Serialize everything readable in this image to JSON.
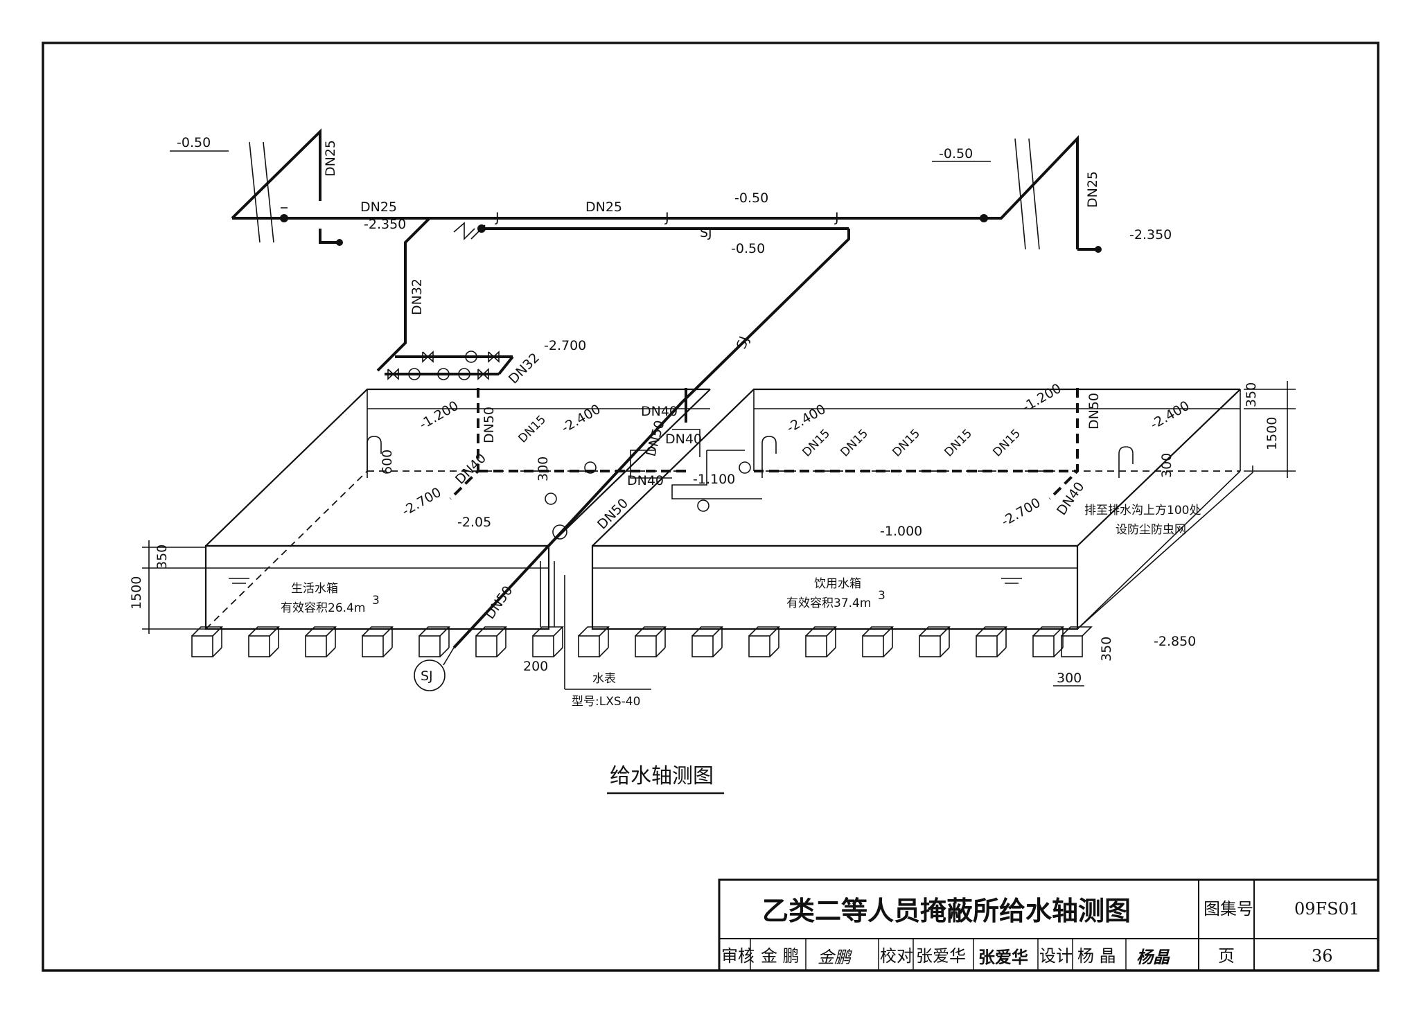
{
  "drawing": {
    "caption": "给水轴测图",
    "labels": {
      "dn25_left_vert": "DN25",
      "dn25_left_horiz": "DN25",
      "dn25_center": "DN25",
      "dn25_right_vert": "DN25",
      "dn32_vert": "DN32",
      "dn32_diag": "DN32",
      "sj_main": "SJ",
      "sj_upper": "SJ",
      "sj_circle": "SJ",
      "j1": "J",
      "j2": "J",
      "j3": "J",
      "dn50_a": "DN50",
      "dn50_b": "DN50",
      "dn50_c": "DN50",
      "dn50_d": "DN50",
      "dn50_e": "DN50",
      "dn40_a": "DN40",
      "dn40_b": "DN40",
      "dn40_c": "DN40",
      "dn40_d": "DN40",
      "dn40_e": "DN40",
      "dn15_l1": "DN15",
      "dn15_r1": "DN15",
      "dn15_r2": "DN15",
      "dn15_r3": "DN15",
      "dn15_r4": "DN15",
      "dn15_r5": "DN15"
    },
    "elevations": {
      "e_left_top": "-0.50",
      "e_left_2350": "-2.350",
      "e_center_050a": "-0.50",
      "e_center_050b": "-0.50",
      "e_right_top": "-0.50",
      "e_right_2350": "-2.350",
      "e_2700_top": "-2.700",
      "e_left_1200": "-1.200",
      "e_left_2400": "-2.400",
      "e_left_2700": "-2.700",
      "e_205": "-2.05",
      "e_1100": "-1.100",
      "e_right_2400a": "-2.400",
      "e_right_1200": "-1.200",
      "e_right_2400b": "-2.400",
      "e_right_2700": "-2.700",
      "e_1000": "-1.000",
      "e_2850": "-2.850"
    },
    "dimensions": {
      "d_350_left": "350",
      "d_1500_left": "1500",
      "d_600": "600",
      "d_300_left": "300",
      "d_350_right": "350",
      "d_1500_right": "1500",
      "d_300_right_in": "300",
      "d_200": "200",
      "d_300_bottom": "300",
      "d_350_bottom": "350"
    },
    "tanks": {
      "domestic_name": "生活水箱",
      "domestic_volume": "有效容积26.4m",
      "drinking_name": "饮用水箱",
      "drinking_volume": "有效容积37.4m",
      "cube_sup": "3"
    },
    "notes": {
      "meter_label": "水表",
      "meter_model": "型号:LXS-40",
      "drain_note_1": "排至排水沟上方100处",
      "drain_note_2": "设防尘防虫网"
    }
  },
  "title_block": {
    "title": "乙类二等人员掩蔽所给水轴测图",
    "atlas_label": "图集号",
    "atlas_value": "09FS01",
    "review_label": "审核",
    "review_name": "金 鹏",
    "review_sign": "金鹏",
    "check_label": "校对",
    "check_name": "张爱华",
    "check_sign": "张爱华",
    "design_label": "设计",
    "design_name": "杨 晶",
    "design_sign": "杨晶",
    "page_label": "页",
    "page_value": "36"
  }
}
